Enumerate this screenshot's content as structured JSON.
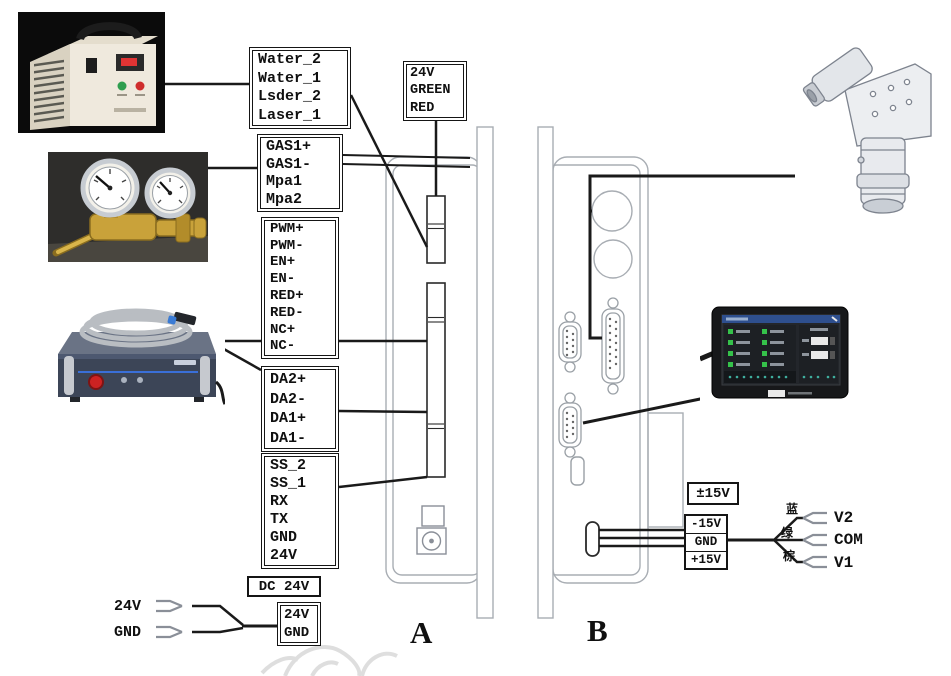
{
  "boxes": {
    "water": {
      "rows": [
        "Water_2",
        "Water_1",
        "Lsder_2",
        "Laser_1"
      ]
    },
    "gas": {
      "rows": [
        "GAS1+",
        "GAS1-",
        "Mpa1",
        "Mpa2"
      ]
    },
    "pwm": {
      "rows": [
        "PWM+",
        "PWM-",
        "EN+",
        "EN-",
        "RED+",
        "RED-",
        "NC+",
        "NC-"
      ]
    },
    "da": {
      "rows": [
        "DA2+",
        "DA2-",
        "DA1+",
        "DA1-"
      ]
    },
    "ss": {
      "rows": [
        "SS_2",
        "SS_1",
        "RX",
        "TX",
        "GND",
        "24V"
      ]
    },
    "dc24": {
      "label": "DC 24V"
    },
    "out24": {
      "rows": [
        "24V",
        "GND"
      ]
    },
    "green_red": {
      "rows": [
        "24V",
        "GREEN",
        "RED"
      ]
    },
    "pm15": {
      "label": "±15V"
    },
    "rail15": {
      "rows": [
        "-15V",
        "GND",
        "+15V"
      ]
    }
  },
  "input_terminals": {
    "v24": "24V",
    "gnd": "GND"
  },
  "output_terminals": [
    {
      "wire_color_cn": "蓝",
      "label": "V2"
    },
    {
      "wire_color_cn": "绿",
      "label": "COM"
    },
    {
      "wire_color_cn": "棕",
      "label": "V1"
    }
  ],
  "panels": {
    "a": "A",
    "b": "B"
  },
  "icons": {
    "spade_terminal": "spade-crimp-terminal",
    "power_socket": "coaxial-power-socket"
  },
  "colors": {
    "wire": "#1a1a1a",
    "panel_outline": "#a8adb3",
    "box_border": "#151515",
    "brass": "#c9a23a",
    "chiller_body": "#efe9dd",
    "laser_front": "#3c4557",
    "screen_green": "#35c24a",
    "title_bar_blue": "#2e4f8e"
  }
}
